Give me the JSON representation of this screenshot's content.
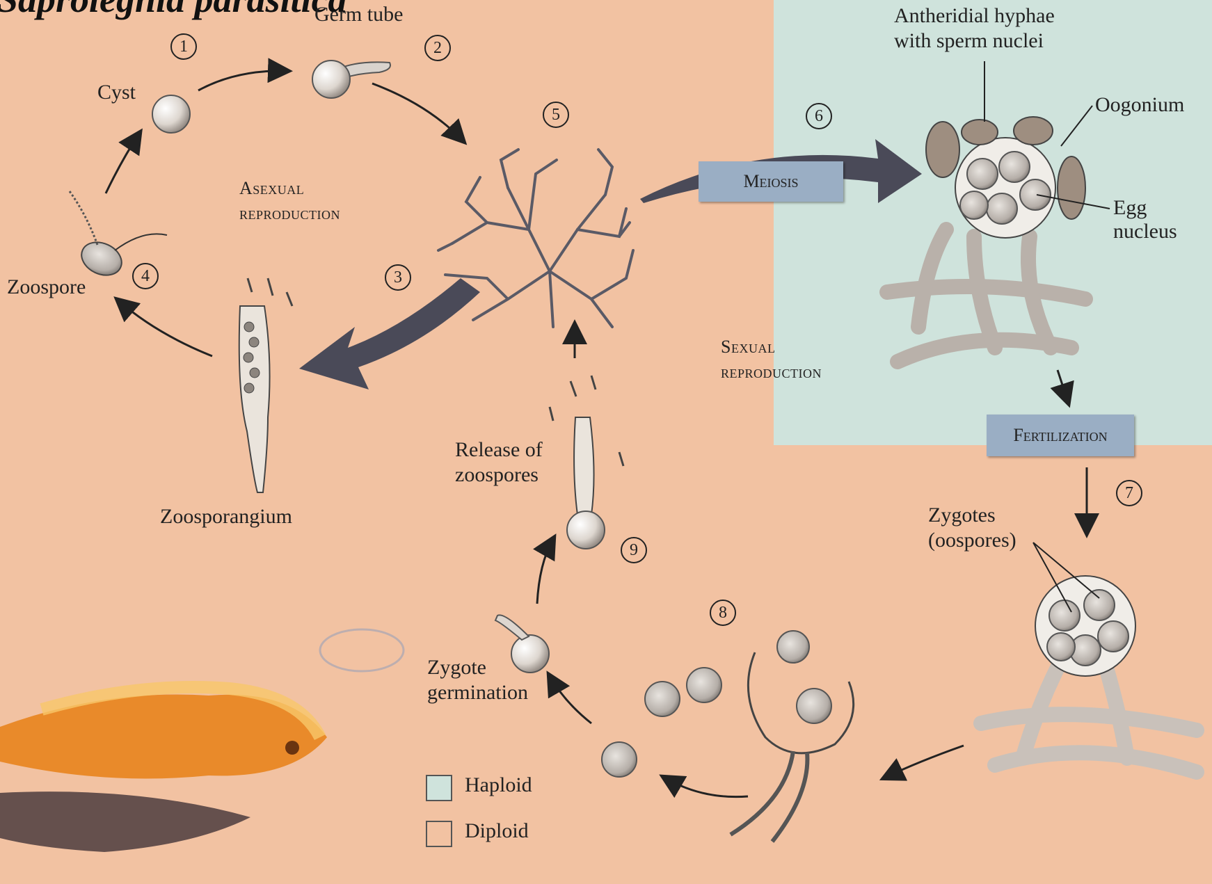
{
  "title": "Saprolegnia parasitica",
  "labels": {
    "germ_tube": "Germ tube",
    "cyst": "Cyst",
    "asexual_line1": "Asexual",
    "asexual_line2": "reproduction",
    "zoospore": "Zoospore",
    "zoosporangium": "Zoosporangium",
    "release_line1": "Release of",
    "release_line2": "zoospores",
    "zygote_germ_line1": "Zygote",
    "zygote_germ_line2": "germination",
    "antheridial_line1": "Antheridial hyphae",
    "antheridial_line2": "with sperm nuclei",
    "oogonium": "Oogonium",
    "egg_line1": "Egg",
    "egg_line2": "nucleus",
    "meiosis": "Meiosis",
    "sexual_line1": "Sexual",
    "sexual_line2": "reproduction",
    "fertilization": "Fertilization",
    "zygotes_line1": "Zygotes",
    "zygotes_line2": "(oospores)"
  },
  "steps": [
    "1",
    "2",
    "3",
    "4",
    "5",
    "6",
    "7",
    "8",
    "9"
  ],
  "legend": {
    "haploid": "Haploid",
    "diploid": "Diploid",
    "haploid_color": "#cfe3dc",
    "diploid_color": "#f2c2a2"
  },
  "colors": {
    "background": "#f2c2a2",
    "haploid_zone": "#cfe3dc",
    "big_arrow": "#4a4a58",
    "label_box": "#9aaec4"
  }
}
